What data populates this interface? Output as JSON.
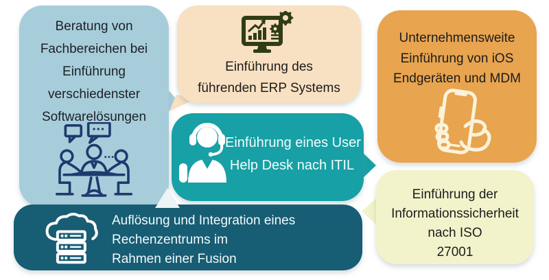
{
  "title": "IT Projekte Infografik",
  "colors": {
    "background": "#ffffff",
    "consulting_bg": "#a7cdda",
    "erp_bg": "#f8e0c2",
    "mdm_bg": "#e8a44f",
    "helpdesk_bg": "#17a0a5",
    "datacenter_bg": "#175d74",
    "iso_bg": "#f2f3cb",
    "dark_text": "#1c1c1c",
    "light_text": "#ffffff",
    "navy_icon_color": "#1e3a6e",
    "olive_icon_color": "#2f3d15",
    "cream_icon_color": "#faf3da"
  },
  "boxes": {
    "consulting": {
      "icon": "meeting-icon",
      "lines": [
        "Beratung von",
        "Fachbereichen bei",
        "Einführung",
        "verschiedenster",
        "Softwarelösungen"
      ]
    },
    "erp": {
      "icon": "erp-monitor-icon",
      "lines": [
        "Einführung des",
        "führenden ERP Systems"
      ]
    },
    "mdm": {
      "icon": "phone-in-hand-icon",
      "lines": [
        "Unternehmensweite",
        "Einführung von iOS",
        "Endgeräten und MDM"
      ]
    },
    "helpdesk": {
      "icon": "support-agent-icon",
      "lines": [
        "Einführung eines User",
        "Help Desk nach ITIL"
      ]
    },
    "datacenter": {
      "icon": "cloud-server-icon",
      "lines": [
        "Auflösung und Integration eines",
        "Rechenzentrums im",
        "Rahmen einer Fusion"
      ]
    },
    "iso": {
      "icon": null,
      "lines": [
        "Einführung der",
        "Informationssicherheit",
        "nach ISO",
        "27001"
      ]
    }
  }
}
